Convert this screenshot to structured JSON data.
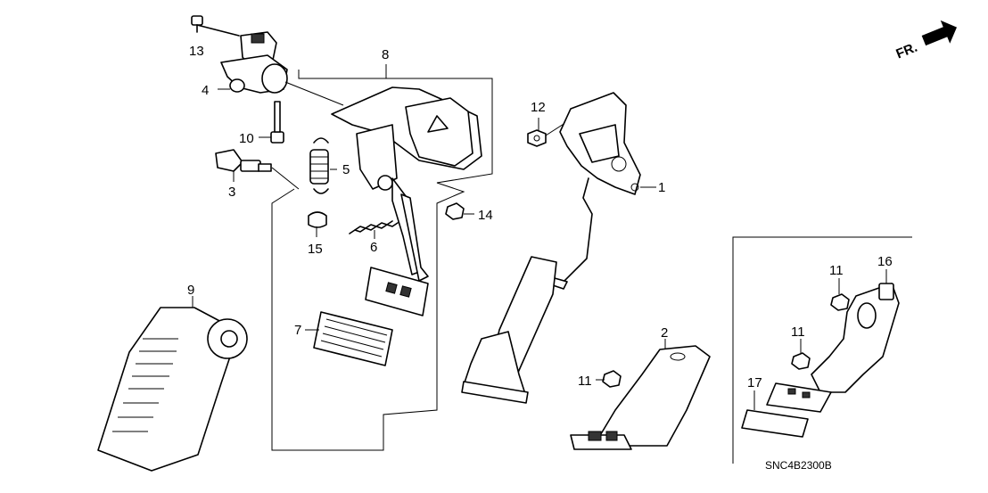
{
  "diagram": {
    "drawing_code": "SNC4B2300B",
    "direction_label": "FR.",
    "callouts": {
      "c1": "1",
      "c2": "2",
      "c3": "3",
      "c4": "4",
      "c5": "5",
      "c6": "6",
      "c7": "7",
      "c8": "8",
      "c9": "9",
      "c10": "10",
      "c11a": "11",
      "c11b": "11",
      "c11c": "11",
      "c12": "12",
      "c13": "13",
      "c14": "14",
      "c15": "15",
      "c16": "16",
      "c17": "17"
    }
  }
}
